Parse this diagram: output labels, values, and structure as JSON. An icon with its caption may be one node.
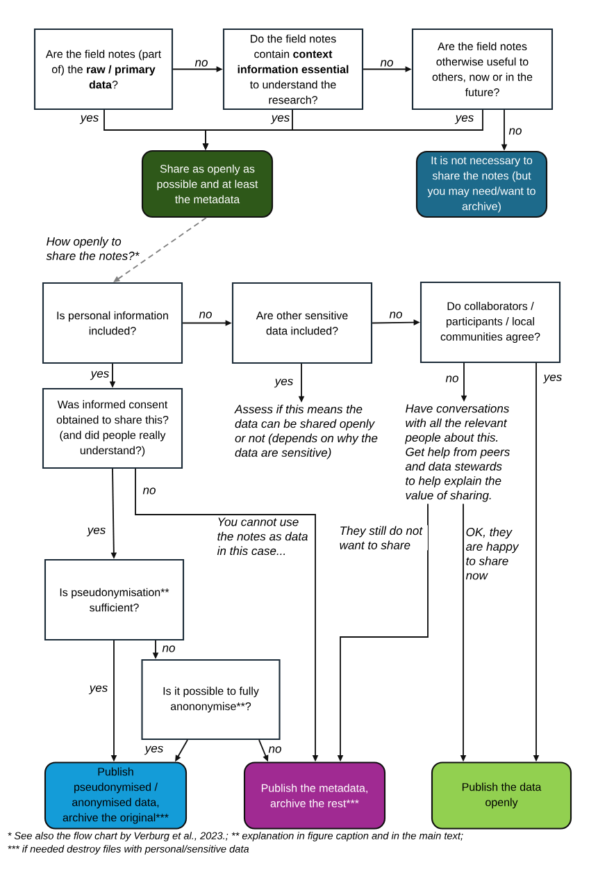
{
  "diagram": {
    "nodes": [
      {
        "text": [
          "Are the field notes (part of) the **raw / primary data**?"
        ]
      },
      {
        "text": [
          "Do the field notes contain **context information essential** to understand the research?"
        ]
      },
      {
        "text": [
          "Are the field notes otherwise useful to others, now or in the future?"
        ]
      },
      {
        "text": [
          "Share as openly as possible and at least the metadata"
        ]
      },
      {
        "text": [
          "It is not necessary to share the notes (but you may need/want to archive)"
        ]
      },
      {
        "text": [
          "Is personal information included?"
        ]
      },
      {
        "text": [
          "Are other sensitive data included?"
        ]
      },
      {
        "text": [
          "Do collaborators / participants / local communities agree?"
        ]
      },
      {
        "text": [
          "Was informed consent obtained to share this? (and did people really understand?)"
        ]
      },
      {
        "text": [
          "Assess if this means the data can be shared openly or not (depends on why the data are sensitive)"
        ]
      },
      {
        "text": [
          "Have conversations with all the relevant people about this. Get help from peers and data stewards to help explain the value of sharing."
        ]
      },
      {
        "text": [
          "Is pseudonymisation** sufficient?"
        ]
      },
      {
        "text": [
          "Is it possible to fully anononymise**?"
        ]
      },
      {
        "text": [
          "Publish pseudonymised / anonymised data, archive the original***"
        ]
      },
      {
        "text": [
          "Publish the metadata, archive the rest***"
        ]
      },
      {
        "text": [
          "Publish the data openly"
        ]
      }
    ],
    "edges": [
      {
        "from": 0,
        "to": 1,
        "arrow": "to",
        "label": "no"
      },
      {
        "from": 1,
        "to": 2,
        "arrow": "to",
        "label": "no"
      },
      {
        "from": 0,
        "to": 3,
        "arrow": "to",
        "label": "yes"
      },
      {
        "from": 1,
        "to": 3,
        "arrow": "to",
        "label": "yes"
      },
      {
        "from": 2,
        "to": 3,
        "arrow": "to",
        "label": "yes"
      },
      {
        "from": 2,
        "to": 4,
        "arrow": "to",
        "label": "no"
      },
      {
        "from": 3,
        "to": 5,
        "arrow": "to",
        "label": "How openly to share the notes?*",
        "style": "dashed",
        "color": "#808080"
      },
      {
        "from": 5,
        "to": 6,
        "arrow": "to",
        "label": "no"
      },
      {
        "from": 6,
        "to": 7,
        "arrow": "to",
        "label": "no"
      },
      {
        "from": 5,
        "to": 8,
        "arrow": "to",
        "label": "yes"
      },
      {
        "from": 6,
        "to": 9,
        "arrow": "to",
        "label": "yes"
      },
      {
        "from": 7,
        "to": 10,
        "arrow": "to",
        "label": "no"
      },
      {
        "from": 7,
        "to": 15,
        "arrow": "to",
        "label": "yes"
      },
      {
        "from": 8,
        "to": 11,
        "arrow": "to",
        "label": "yes"
      },
      {
        "from": 8,
        "to": 14,
        "arrow": "to",
        "label": "no"
      },
      {
        "from": 10,
        "to": 14,
        "arrow": "to",
        "label": "They still do not want to share"
      },
      {
        "from": 10,
        "to": 15,
        "arrow": "to",
        "label": "OK, they are happy to share now"
      },
      {
        "from": 11,
        "to": 13,
        "arrow": "to",
        "label": "yes"
      },
      {
        "from": 11,
        "to": 12,
        "arrow": "to",
        "label": "no"
      },
      {
        "from": 12,
        "to": 13,
        "arrow": "to",
        "label": "yes"
      },
      {
        "from": 12,
        "to": 14,
        "arrow": "to",
        "label": "no"
      }
    ],
    "labels": [
      "You cannot use the notes as data in this case...",
      "* See also the flow chart by Verburg et al., 2023.; ** explanation in figure caption and in the main text;",
      "*** if needed destroy files with personal/sensitive data"
    ]
  }
}
